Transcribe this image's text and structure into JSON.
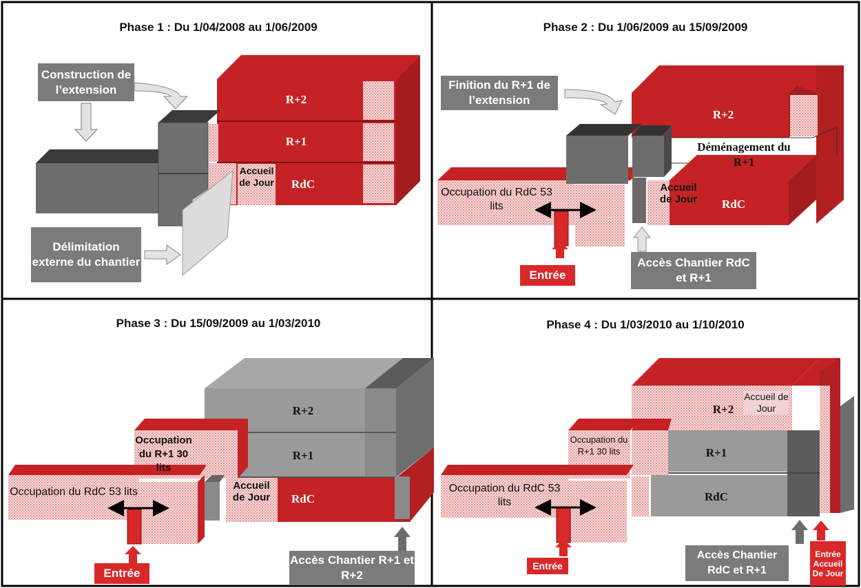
{
  "colors": {
    "red": "#d9282a",
    "dark_red": "#b11f21",
    "gray": "#8a8a8a",
    "dark_gray": "#5e5e5e",
    "pink_hatch": "#f3c9c9",
    "callout_gray": "#7b7b7b"
  },
  "phase1": {
    "title": "Phase 1 : Du 1/04/2008 au 1/06/2009",
    "callout_construction": "Construction de l’extension",
    "callout_delimitation": "Délimitation externe du chantier",
    "floor_r2": "R+2",
    "floor_r1": "R+1",
    "floor_rdc": "RdC",
    "accueil": "Accueil de Jour"
  },
  "phase2": {
    "title": "Phase 2 : Du 1/06/2009 au 15/09/2009",
    "callout_finition": "Finition du R+1 de l’extension",
    "floor_r2": "R+2",
    "demenagement": "Déménagement du R+1",
    "floor_rdc": "RdC",
    "accueil": "Accueil de Jour",
    "occupation": "Occupation du RdC 53 lits",
    "entree": "Entrée",
    "acces": "Accès Chantier RdC et R+1"
  },
  "phase3": {
    "title": "Phase 3 : Du 15/09/2009 au 1/03/2010",
    "floor_r2": "R+2",
    "floor_r1": "R+1",
    "floor_rdc": "RdC",
    "occupation_r1": "Occupation du R+1 30 lits",
    "occupation_rdc": "Occupation du RdC 53 lits",
    "accueil": "Accueil de Jour",
    "entree": "Entrée",
    "acces": "Accès Chantier R+1 et R+2"
  },
  "phase4": {
    "title": "Phase 4 : Du 1/03/2010 au 1/10/2010",
    "floor_r2": "R+2",
    "floor_r1": "R+1",
    "floor_rdc": "RdC",
    "accueil": "Accueil de Jour",
    "occupation_r1": "Occupation du R+1 30 lits",
    "occupation_rdc": "Occupation du RdC 53 lits",
    "entree": "Entrée",
    "acces": "Accès Chantier RdC et R+1",
    "entree_accueil": "Entrée Accueil De Jour"
  }
}
